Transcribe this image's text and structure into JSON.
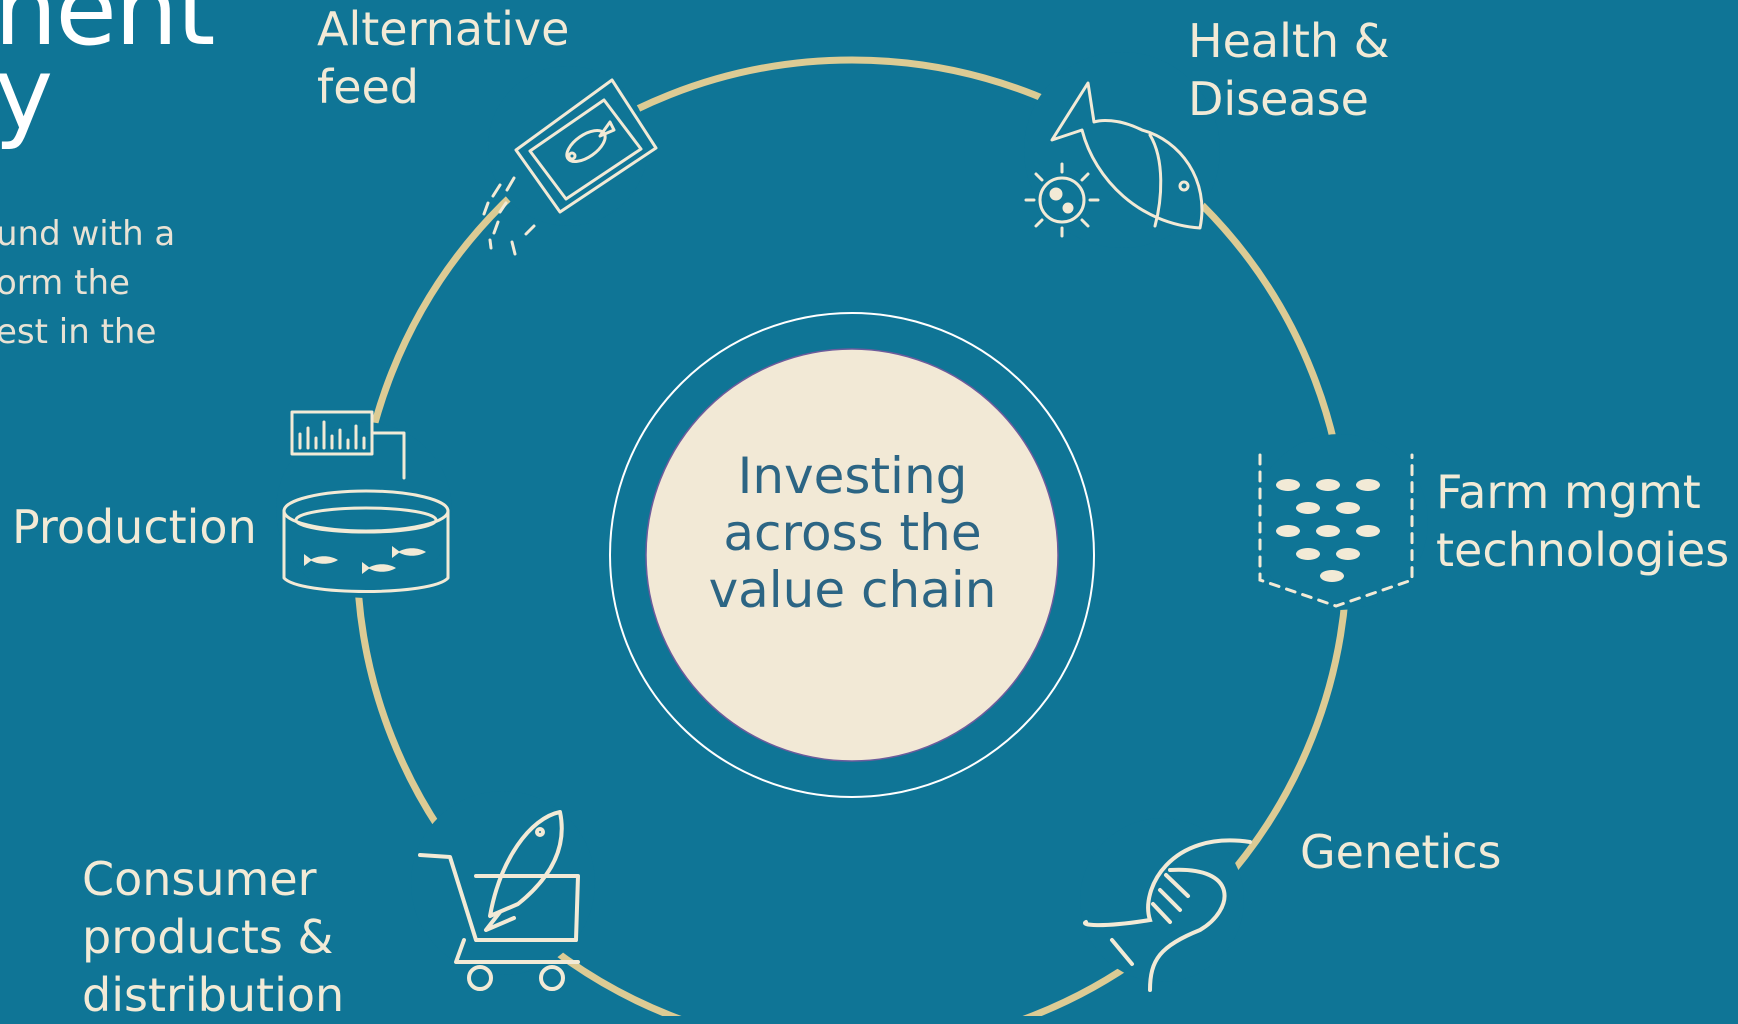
{
  "heading": {
    "line1": "nent",
    "line2": "y"
  },
  "intro": {
    "lines": [
      "und with a",
      "orm the",
      "est in the"
    ]
  },
  "center": {
    "lines": [
      "Investing",
      "across the",
      "value chain"
    ]
  },
  "stages": {
    "alternative_feed": {
      "lines": [
        "Alternative",
        "feed"
      ],
      "icon": "feed-bag-icon"
    },
    "health_disease": {
      "lines": [
        "Health &",
        "Disease"
      ],
      "icon": "fish-virus-icon"
    },
    "farm_mgmt": {
      "lines": [
        "Farm mgmt",
        "technologies"
      ],
      "icon": "fish-net-icon"
    },
    "genetics": {
      "lines": [
        "Genetics"
      ],
      "icon": "dna-icon"
    },
    "consumer": {
      "lines": [
        "Consumer",
        "products &",
        "distribution"
      ],
      "icon": "shopping-cart-icon"
    },
    "production": {
      "lines": [
        "Production"
      ],
      "icon": "fish-tank-icon"
    }
  },
  "colors": {
    "background": "#0f7596",
    "ring": "#dccb94",
    "icon_stroke": "#f2ead6",
    "center_fill": "#f2e9d6",
    "center_text": "#2c6584",
    "inner_ring": "#ffffff"
  }
}
